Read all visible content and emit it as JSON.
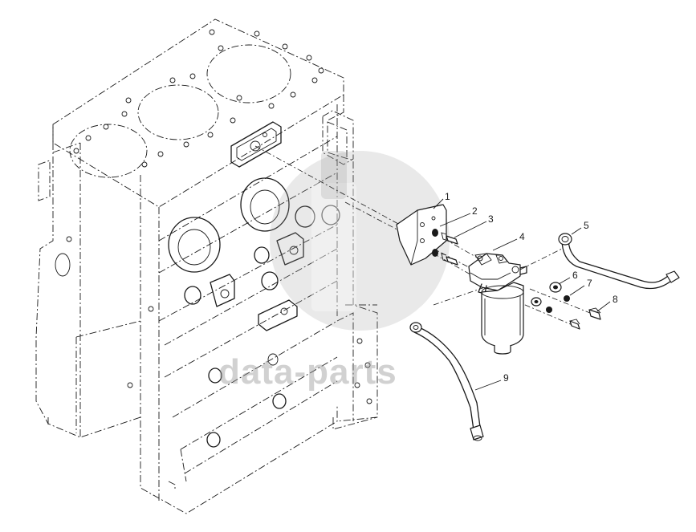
{
  "diagram": {
    "callouts": [
      {
        "id": "1",
        "label": "1"
      },
      {
        "id": "2",
        "label": "2"
      },
      {
        "id": "3",
        "label": "3"
      },
      {
        "id": "4",
        "label": "4"
      },
      {
        "id": "5",
        "label": "5"
      },
      {
        "id": "6",
        "label": "6"
      },
      {
        "id": "7",
        "label": "7"
      },
      {
        "id": "8",
        "label": "8"
      },
      {
        "id": "9",
        "label": "9"
      }
    ]
  },
  "watermark": {
    "text": "data-parts",
    "color": "#9a9a9a"
  },
  "colors": {
    "ink": "#1a1a1a",
    "background": "#ffffff"
  }
}
